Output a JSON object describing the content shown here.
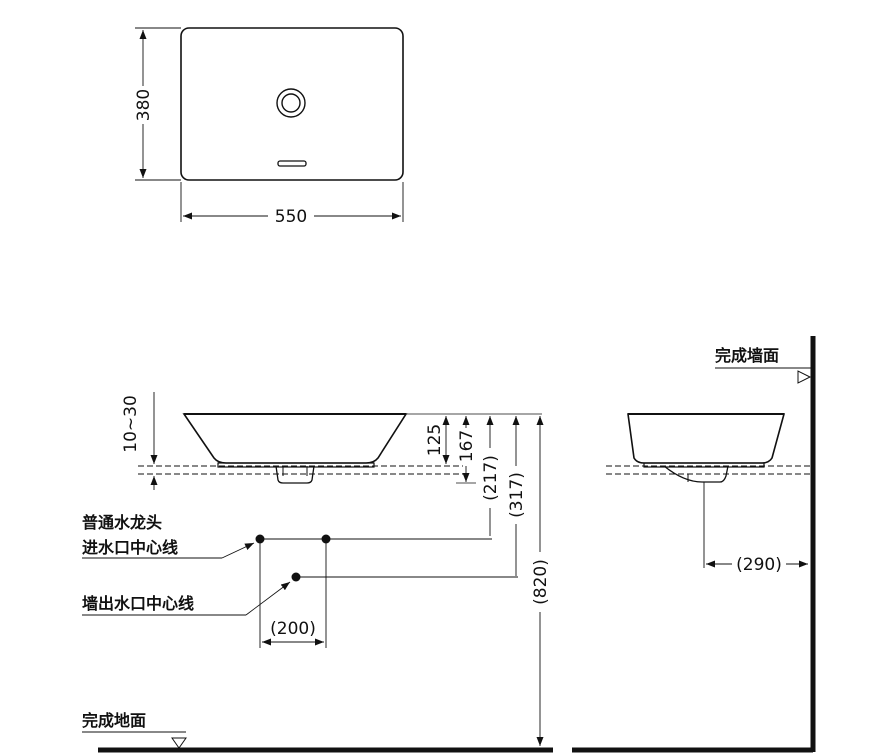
{
  "top_view": {
    "width_label": "550",
    "depth_label": "380"
  },
  "front_view": {
    "deck_label": "10~30",
    "dim_125": "125",
    "dim_167": "167",
    "dim_217": "(217)",
    "dim_317": "(317)",
    "dim_820": "(820)",
    "dim_200": "(200)",
    "faucet_label_line1": "普通水龙头",
    "faucet_label_line2": "进水口中心线",
    "wall_outlet_label": "墙出水口中心线",
    "floor_label": "完成地面"
  },
  "side_view": {
    "wall_label": "完成墙面",
    "dim_290": "(290)"
  }
}
